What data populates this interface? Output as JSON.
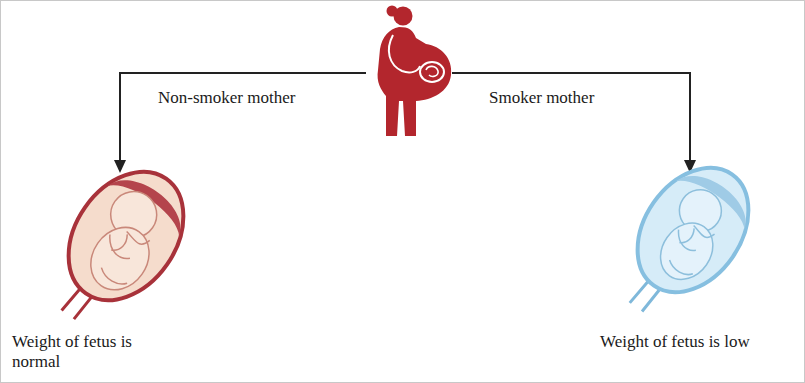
{
  "diagram": {
    "nodes": [
      {
        "text": [
          "Weight of fetus is normal"
        ]
      },
      {
        "text": [
          "Weight of fetus is low"
        ]
      }
    ],
    "labels": [
      "Non-smoker mother",
      "Smoker mother"
    ]
  }
}
